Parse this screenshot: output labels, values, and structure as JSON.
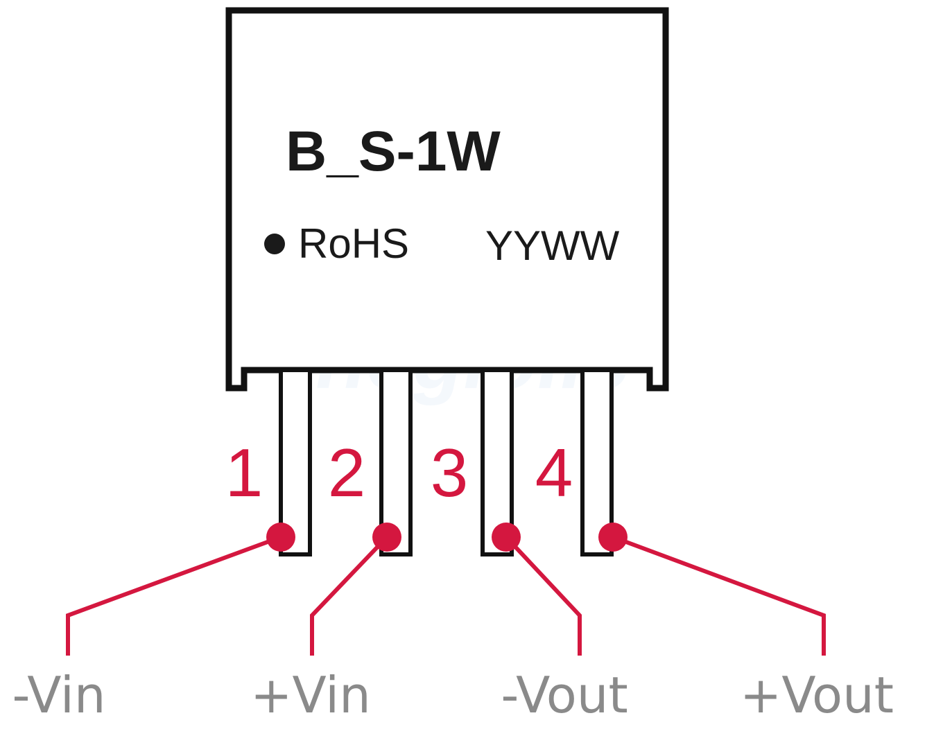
{
  "module": {
    "part_number": "B_S-1W",
    "rohs_label": "RoHS",
    "date_code": "YYWW"
  },
  "pins": [
    {
      "number": "1",
      "signal": "-Vin"
    },
    {
      "number": "2",
      "signal": "+Vin"
    },
    {
      "number": "3",
      "signal": "-Vout"
    },
    {
      "number": "4",
      "signal": "+Vout"
    }
  ],
  "watermark": "thegioiic",
  "colors": {
    "accent": "#d4173f",
    "outline": "#111111",
    "signal_text": "#8a8a8a"
  }
}
